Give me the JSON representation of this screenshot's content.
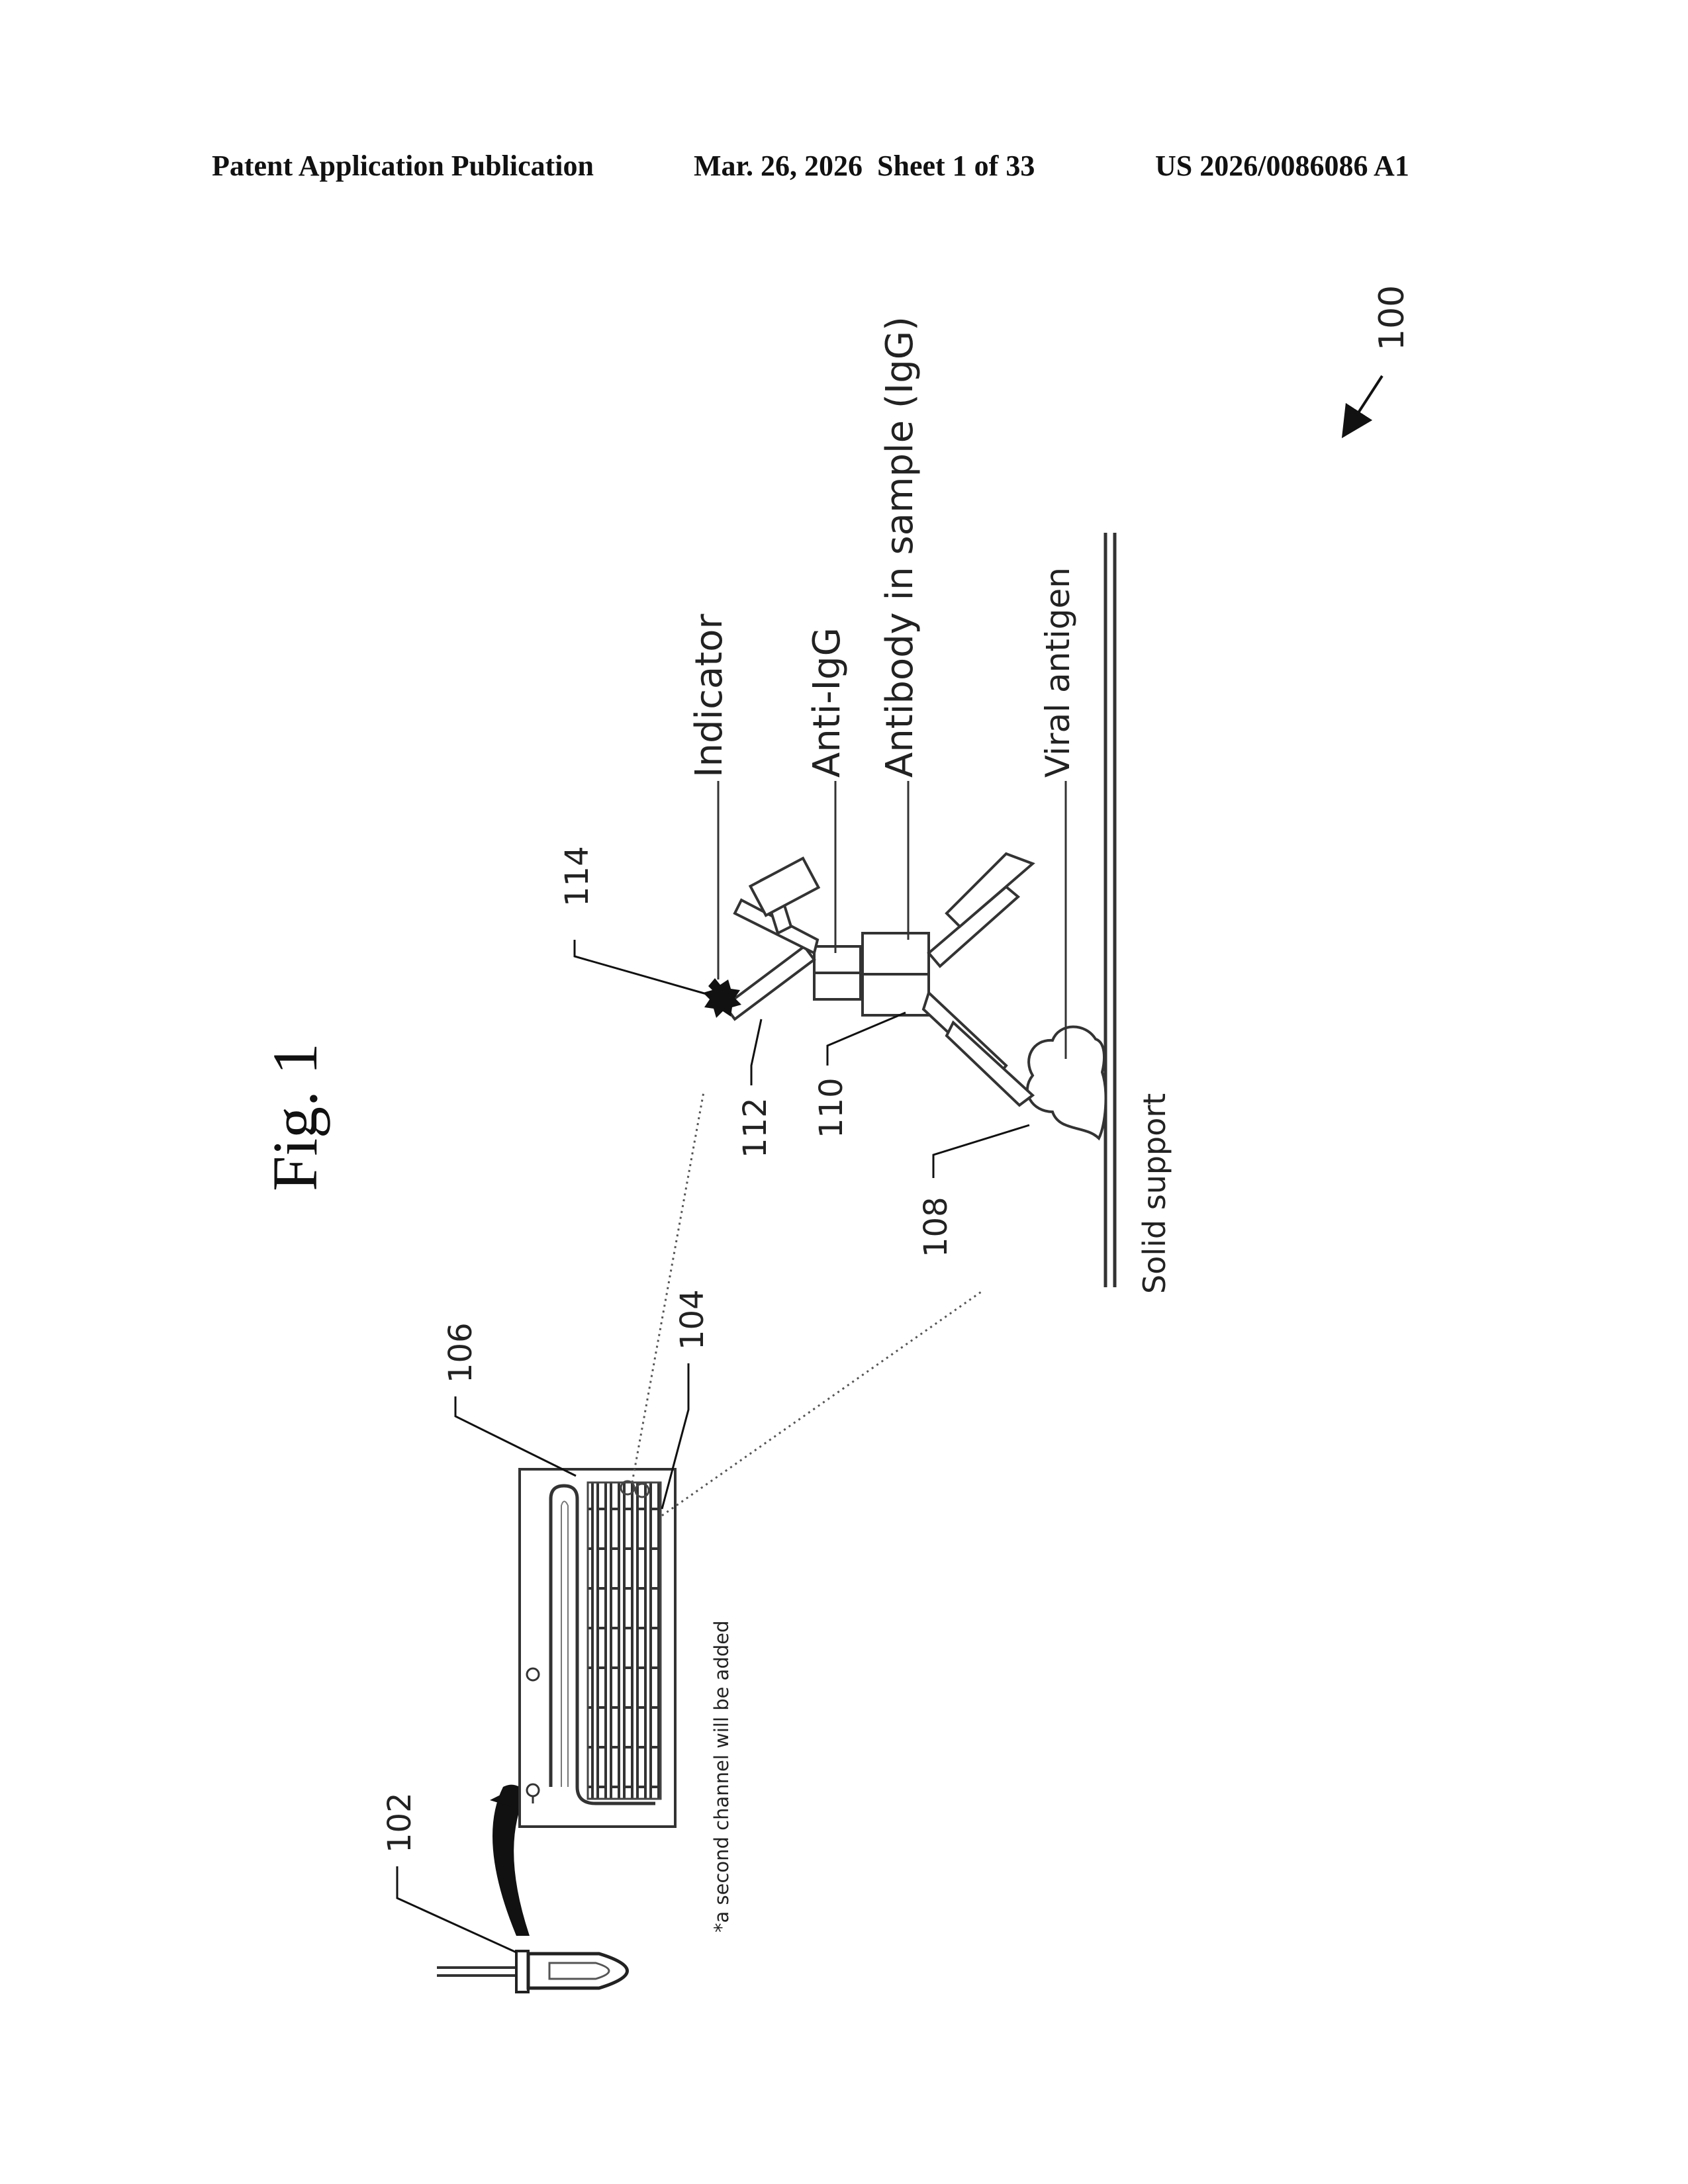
{
  "header": {
    "publication": "Patent Application Publication",
    "date_sheet": "Mar. 26, 2026  Sheet 1 of 33",
    "pub_number": "US 2026/0086086 A1"
  },
  "figure": {
    "title": "Fig. 1",
    "ref_main": "100",
    "refs": {
      "r102": "102",
      "r104": "104",
      "r106": "106",
      "r108": "108",
      "r110": "110",
      "r112": "112",
      "r114": "114"
    },
    "labels": {
      "indicator": "Indicator",
      "anti_igg": "Anti-IgG",
      "antibody": "Antibody in sample (IgG)",
      "viral_antigen": "Viral antigen",
      "solid_support": "Solid support",
      "footnote": "*a second channel will be added"
    }
  }
}
